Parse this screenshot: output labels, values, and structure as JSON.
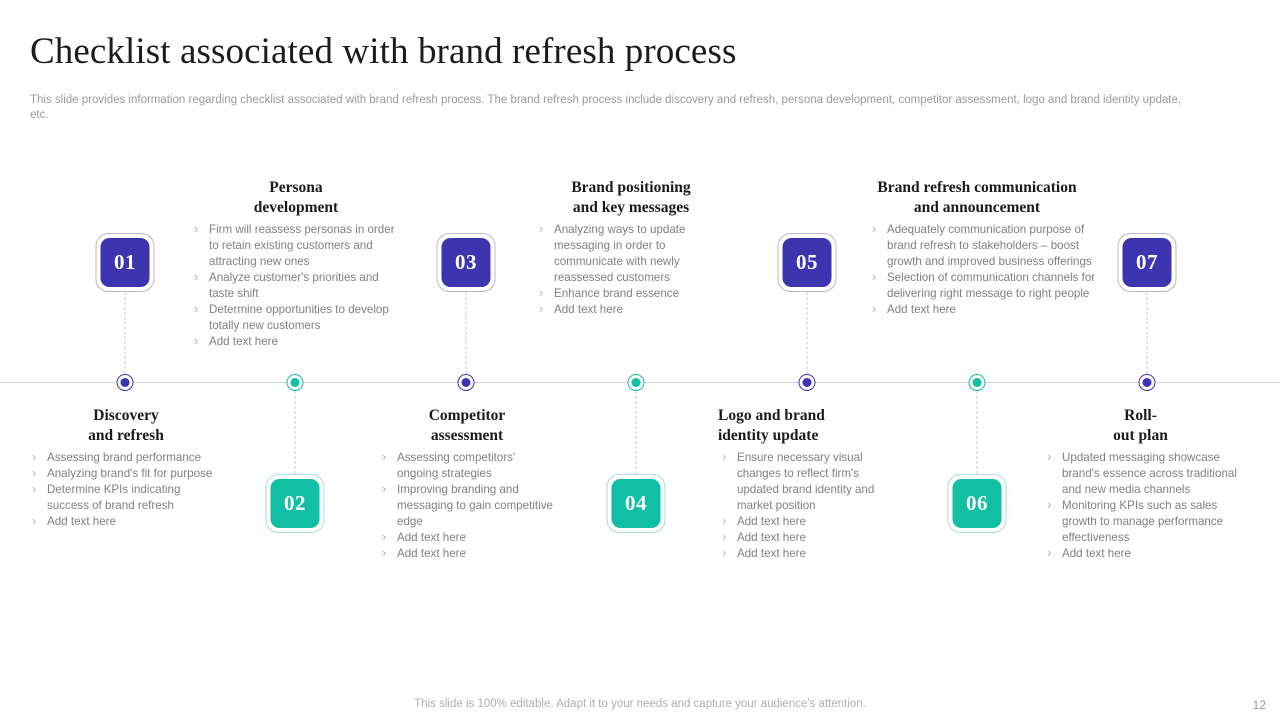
{
  "header": {
    "title": "Checklist associated with brand refresh process",
    "subtitle": "This slide provides information regarding checklist associated with brand refresh process. The brand refresh process include discovery and refresh, persona development, competitor assessment, logo and brand identity update, etc."
  },
  "colors": {
    "blue": "#3d34b0",
    "teal": "#11bfa4",
    "axis": "#d4d4d8",
    "body_text": "#7f7f85",
    "heading_text": "#1b1b1b"
  },
  "steps": [
    {
      "number": "01",
      "color": "blue",
      "position": "above",
      "heading": "Discovery\nand refresh",
      "heading_line1": "Discovery",
      "heading_line2": "and refresh",
      "bullets": [
        "Assessing brand performance",
        "Analyzing brand's fit for purpose",
        "Determine KPIs indicating success of brand refresh",
        "Add text here"
      ]
    },
    {
      "number": "02",
      "color": "teal",
      "position": "below",
      "heading_line1": "Persona",
      "heading_line2": "development",
      "bullets": [
        "Firm will reassess personas in order to retain existing customers and attracting new ones",
        "Analyze customer's priorities and taste shift",
        "Determine opportunities to develop totally new customers",
        "Add text here"
      ]
    },
    {
      "number": "03",
      "color": "blue",
      "position": "above",
      "heading_line1": "Competitor",
      "heading_line2": "assessment",
      "bullets": [
        "Assessing competitors' ongoing strategies",
        "Improving branding and messaging to gain competitive edge",
        "Add text here",
        "Add text here"
      ]
    },
    {
      "number": "04",
      "color": "teal",
      "position": "below",
      "heading_line1": "Brand positioning",
      "heading_line2": "and key messages",
      "bullets": [
        "Analyzing ways to update messaging in order to communicate with newly reassessed customers",
        "Enhance brand essence",
        "Add text here"
      ]
    },
    {
      "number": "05",
      "color": "blue",
      "position": "above",
      "heading_line1": "Logo and brand",
      "heading_line2": "identity update",
      "bullets": [
        "Ensure necessary visual changes to reflect firm's updated brand identity and market position",
        "Add text here",
        "Add text here",
        "Add text here"
      ]
    },
    {
      "number": "06",
      "color": "teal",
      "position": "below",
      "heading_line1": "Brand refresh communication",
      "heading_line2": "and announcement",
      "bullets": [
        "Adequately communication purpose of brand refresh to stakeholders – boost growth and improved business offerings",
        "Selection of communication channels for delivering right message to right people",
        "Add text here"
      ]
    },
    {
      "number": "07",
      "color": "blue",
      "position": "above",
      "heading_line1": "Roll-",
      "heading_line2": "out plan",
      "bullets": [
        "Updated messaging showcase brand's essence across traditional and new media channels",
        "Monitoring KPIs such as sales growth to manage performance effectiveness",
        "Add text here"
      ]
    }
  ],
  "footer": {
    "note": "This slide is 100% editable. Adapt it to your needs and capture your audience's attention.",
    "page_number": "12"
  }
}
